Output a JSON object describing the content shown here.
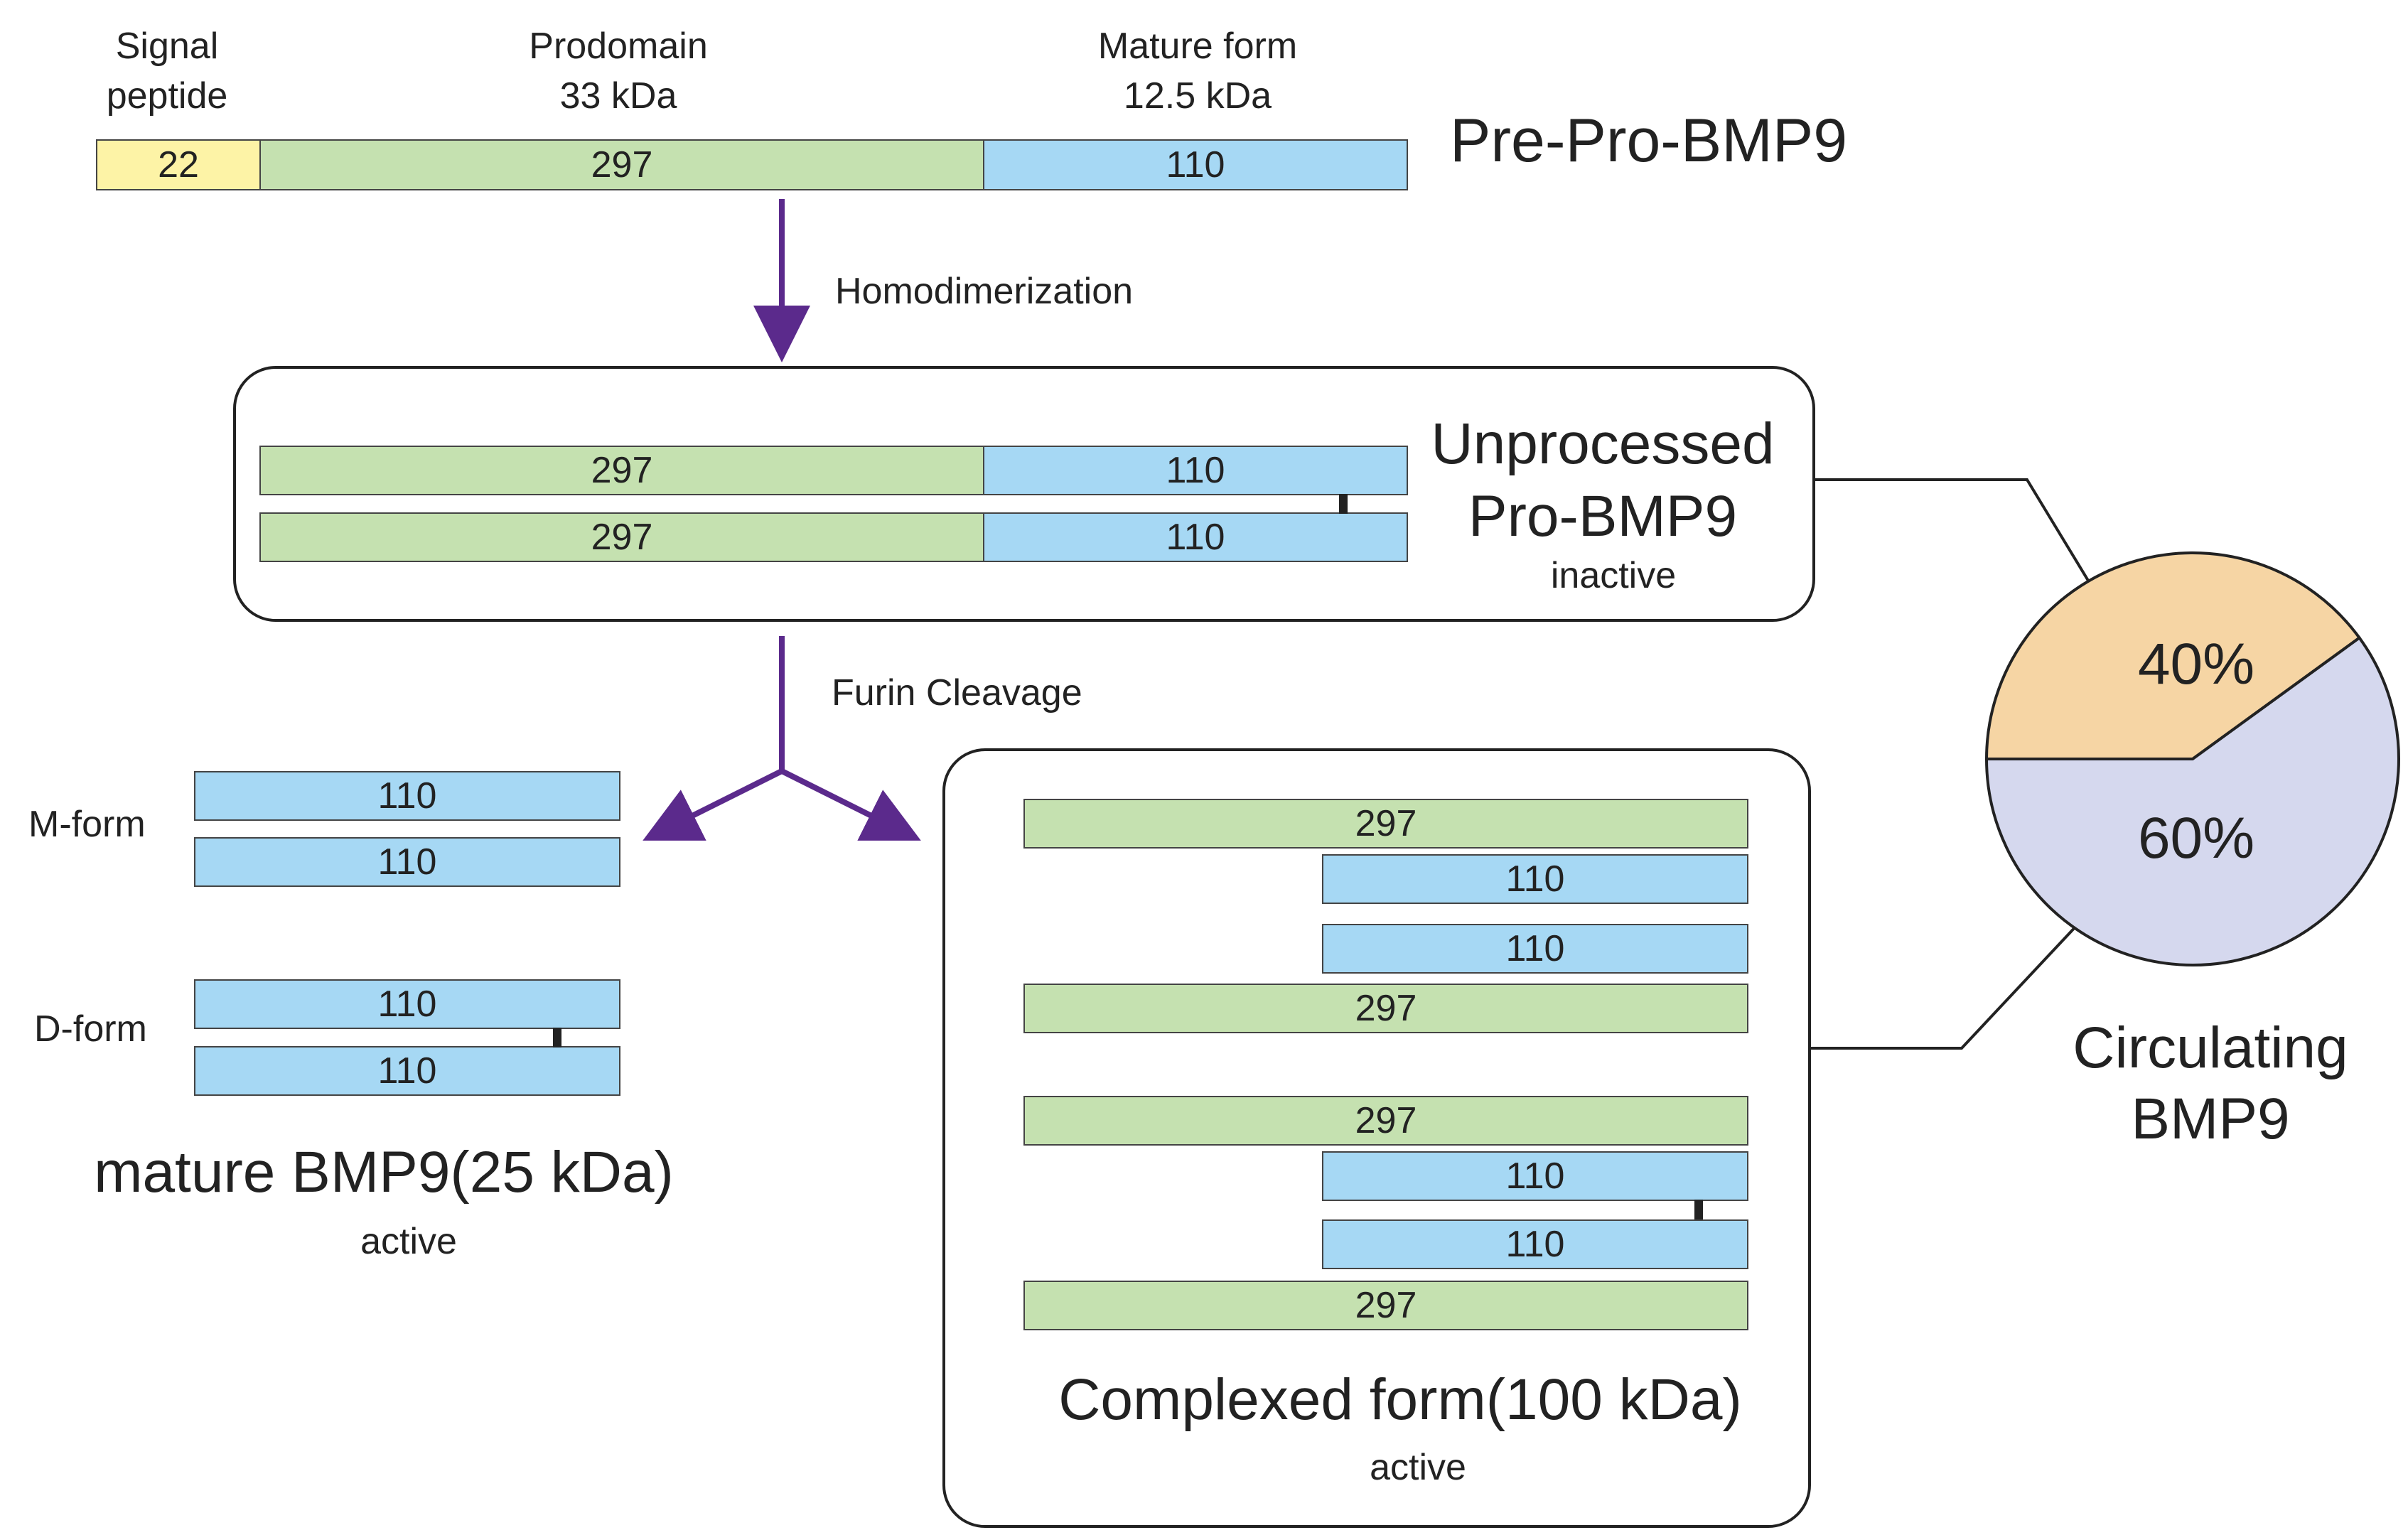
{
  "top": {
    "signal_label": "Signal\npeptide",
    "prodomain_label": "Prodomain\n33 kDa",
    "mature_label": "Mature form\n12.5 kDa",
    "signal_len": "22",
    "prodomain_len": "297",
    "mature_len": "110",
    "title": "Pre-Pro-BMP9"
  },
  "steps": {
    "homodimerization": "Homodimerization",
    "furin": "Furin Cleavage"
  },
  "unprocessed": {
    "title_line1": "Unprocessed",
    "title_line2": "Pro-BMP9",
    "state": "inactive",
    "pro_len": "297",
    "mat_len": "110"
  },
  "mature": {
    "m_form": "M-form",
    "d_form": "D-form",
    "len": "110",
    "title": "mature BMP9(25 kDa)",
    "state": "active"
  },
  "complexed": {
    "pro_len": "297",
    "mat_len": "110",
    "title": "Complexed form(100 kDa)",
    "state": "active"
  },
  "circulating": {
    "title_line1": "Circulating",
    "title_line2": "BMP9",
    "slices": [
      {
        "label": "40%",
        "value": 40,
        "color": "#f6d5a4"
      },
      {
        "label": "60%",
        "value": 60,
        "color": "#d5d8ee"
      }
    ]
  },
  "colors": {
    "signal": "#fdf3a6",
    "prodomain": "#c5e1b0",
    "mature": "#a6d8f4",
    "arrow": "#5b2a8c"
  }
}
